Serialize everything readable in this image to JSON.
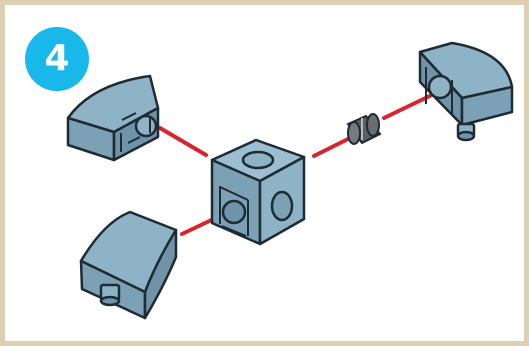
{
  "step": {
    "number": "4",
    "badge_color": "#18b8ea"
  },
  "colors": {
    "part_fill": "#8eb2c6",
    "part_shadow": "#6f93a8",
    "part_outline": "#1f2b33",
    "guide_line": "#d9232d",
    "connector": "#5b5f62",
    "frame": "#dccfb2"
  },
  "parts": [
    {
      "name": "cube-block",
      "icon": "cube-with-holes"
    },
    {
      "name": "top-left-wedge",
      "icon": "wedge-brick"
    },
    {
      "name": "right-wedge",
      "icon": "wedge-brick-with-peg"
    },
    {
      "name": "bottom-curved-block",
      "icon": "quarter-round-brick-with-peg"
    },
    {
      "name": "axle-connector",
      "icon": "connector-pin"
    }
  ]
}
